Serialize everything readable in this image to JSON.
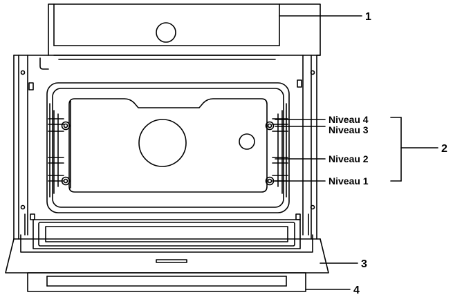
{
  "callouts": {
    "c1": "1",
    "c2": "2",
    "c3": "3",
    "c4": "4"
  },
  "levels": {
    "l4": "Niveau 4",
    "l3": "Niveau 3",
    "l2": "Niveau 2",
    "l1": "Niveau 1"
  },
  "colors": {
    "line": "#000000",
    "background": "#ffffff"
  }
}
